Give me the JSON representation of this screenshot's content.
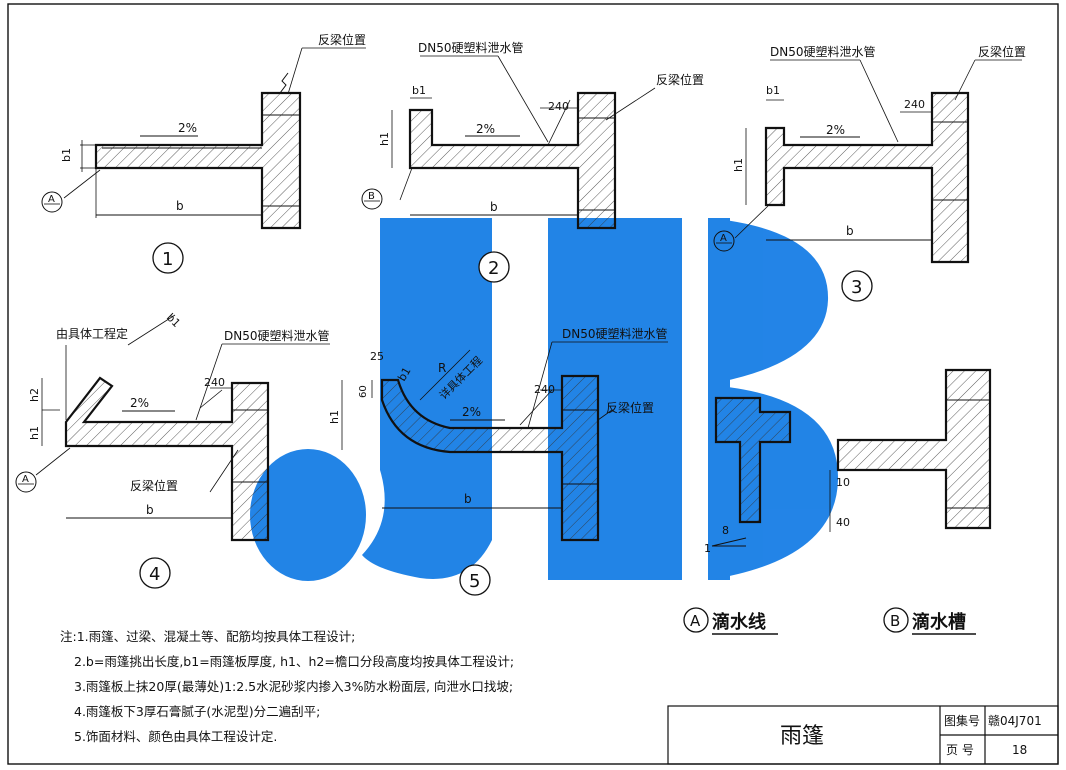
{
  "labels": {
    "fanliang": "反梁位置",
    "drain_pipe": "DN50硬塑料泄水管",
    "slope": "2%",
    "b": "b",
    "b1": "b1",
    "h1": "h1",
    "h2": "h2",
    "dim_240": "240",
    "dim_25": "25",
    "dim_60": "60",
    "dim_10": "10",
    "dim_40": "40",
    "radius": "R",
    "per_project": "详具体工程",
    "by_project": "由具体工程定",
    "ratio_8": "8",
    "ratio_1": "1"
  },
  "markers": {
    "A": "A",
    "B": "B"
  },
  "figures": [
    "1",
    "2",
    "3",
    "4",
    "5"
  ],
  "legend": {
    "a_letter": "A",
    "a_text": "滴水线",
    "b_letter": "B",
    "b_text": "滴水槽"
  },
  "notes": [
    "注:1.雨篷、过梁、混凝土等、配筋均按具体工程设计;",
    "2.b=雨篷挑出长度,b1=雨篷板厚度, h1、h2=檐口分段高度均按具体工程设计;",
    "3.雨篷板上抹20厚(最薄处)1:2.5水泥砂浆内掺入3%防水粉面层, 向泄水口找坡;",
    "4.雨篷板下3厚石膏腻子(水泥型)分二遍刮平;",
    "5.饰面材料、颜色由具体工程设计定."
  ],
  "title_block": {
    "title": "雨篷",
    "atlas_label": "图集号",
    "atlas_value": "赣04J701",
    "page_label": "页 号",
    "page_value": "18"
  },
  "watermark": "JB",
  "colors": {
    "watermark": "#1a7fe6",
    "line": "#111111"
  }
}
